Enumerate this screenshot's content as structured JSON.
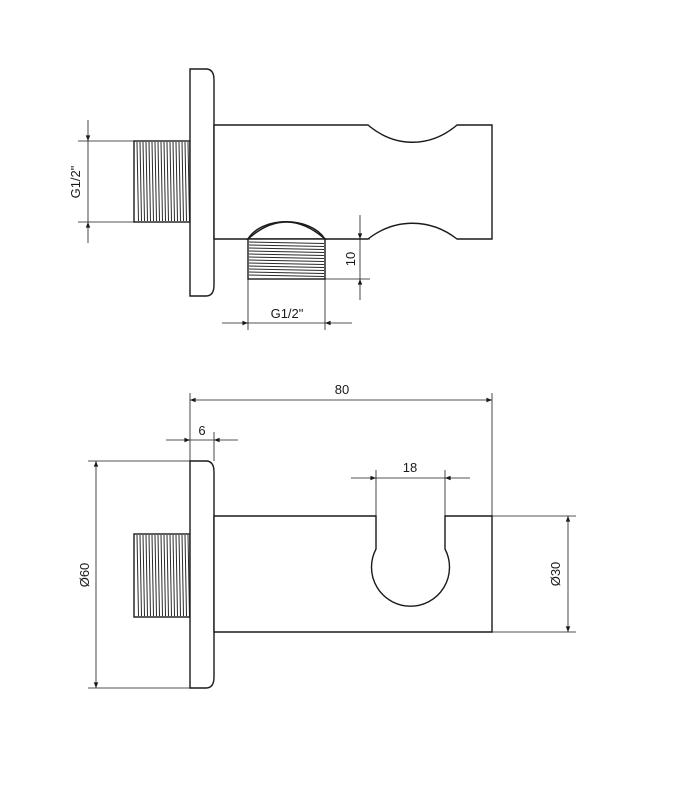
{
  "top_view": {
    "thread_left_label": "G1/2\"",
    "thread_bottom_label": "G1/2\"",
    "outlet_height_label": "10"
  },
  "bottom_view": {
    "overall_length_label": "80",
    "flange_thickness_label": "6",
    "cradle_width_label": "18",
    "flange_diameter_label": "Ø60",
    "body_diameter_label": "Ø30"
  },
  "colors": {
    "line": "#1a1a1a",
    "background": "#ffffff"
  }
}
